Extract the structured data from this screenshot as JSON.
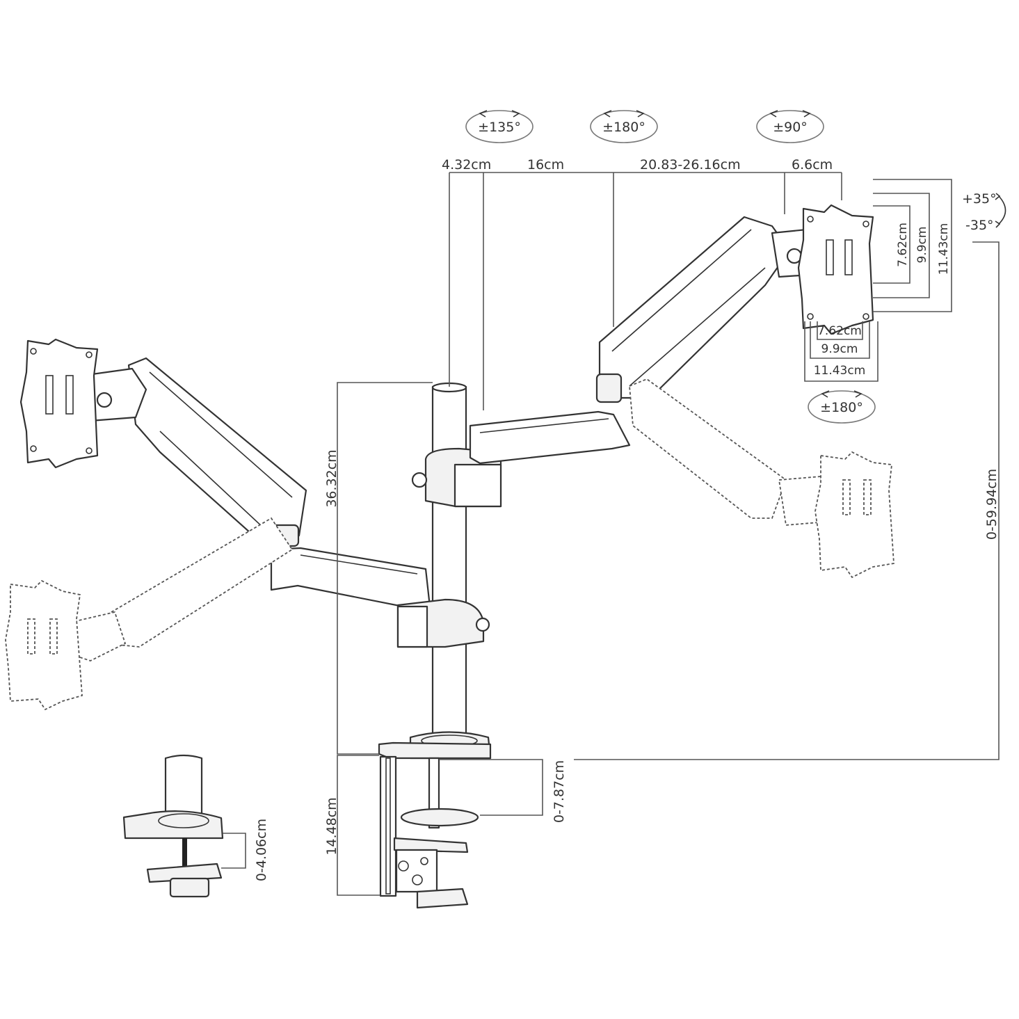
{
  "rotation_labels": {
    "top_left": "±135°",
    "top_middle": "±180°",
    "top_right": "±90°",
    "panel_bottom": "±180°",
    "tilt_up": "+35°",
    "tilt_down": "-35°"
  },
  "dimensions": {
    "pole_offset": "4.32cm",
    "lower_arm": "16cm",
    "upper_arm": "20.83-26.16cm",
    "head_depth": "6.6cm",
    "pole_height": "36.32cm",
    "clamp_height": "14.48cm",
    "clamp_opening": "0-7.87cm",
    "grommet_range": "0-4.06cm",
    "height_range": "0-59.94cm",
    "vesa_v_small": "7.62cm",
    "vesa_v_mid": "9.9cm",
    "vesa_v_large": "11.43cm",
    "vesa_h_small": "7.62cm",
    "vesa_h_mid": "9.9cm",
    "vesa_h_large": "11.43cm"
  }
}
